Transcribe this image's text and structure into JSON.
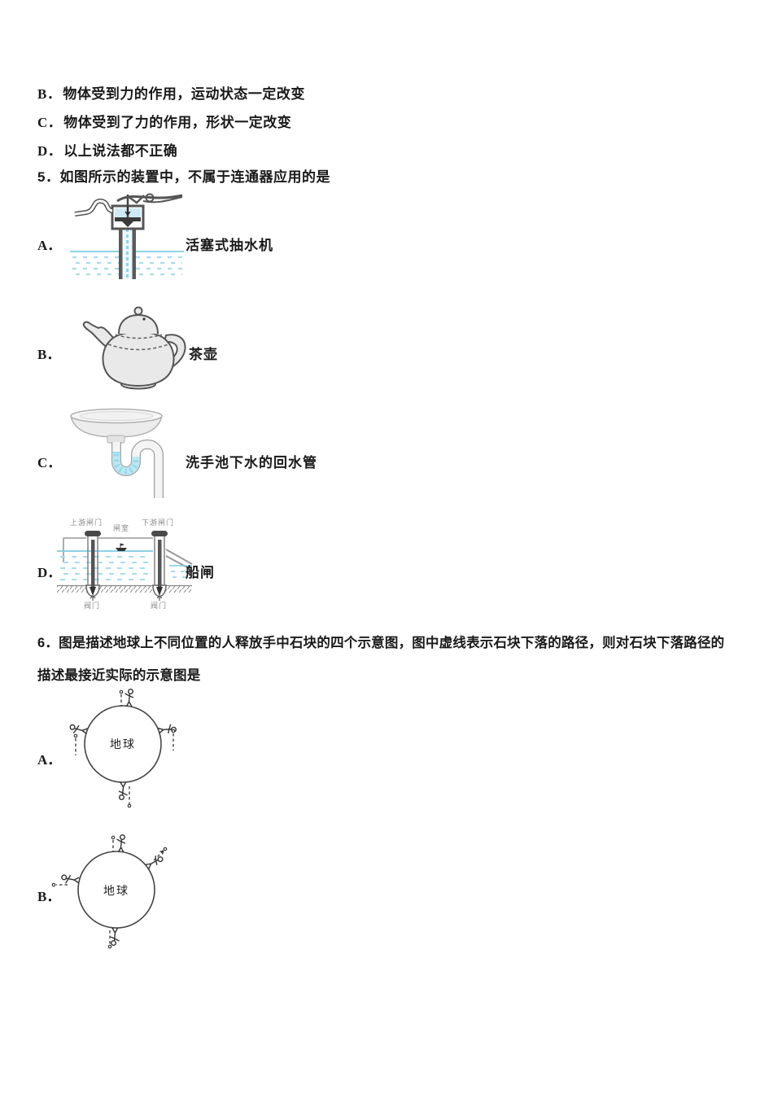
{
  "q4_options": [
    {
      "letter": "B．",
      "text": "物体受到力的作用，运动状态一定改变"
    },
    {
      "letter": "C．",
      "text": "物体受到了力的作用，形状一定改变"
    },
    {
      "letter": "D．",
      "text": "以上说法都不正确"
    }
  ],
  "q5": {
    "stem": "5．如图所示的装置中，不属于连通器应用的是",
    "options": [
      {
        "letter": "A．",
        "caption": "活塞式抽水机"
      },
      {
        "letter": "B．",
        "caption": "茶壶"
      },
      {
        "letter": "C．",
        "caption": "洗手池下水的回水管"
      },
      {
        "letter": "D．",
        "caption": "船闸"
      }
    ],
    "ship_lock_labels": {
      "upstream_gate": "上游闸门",
      "chamber": "闸室",
      "downstream_gate": "下游闸门",
      "valve_left": "阀门",
      "valve_right": "阀门"
    }
  },
  "q6": {
    "stem_line1": "6．图是描述地球上不同位置的人释放手中石块的四个示意图，图中虚线表示石块下落的路径，则对石块下落路径的",
    "stem_line2": "描述最接近实际的示意图是",
    "options": [
      {
        "letter": "A．",
        "earth_label": "地球"
      },
      {
        "letter": "B．",
        "earth_label": "地球"
      }
    ]
  },
  "colors": {
    "text": "#1a1a1a",
    "water_line": "#7ecbe0",
    "water_dash": "#a9dcec",
    "figure_stroke": "#555555",
    "small_label_gray": "#8a8a8a"
  }
}
